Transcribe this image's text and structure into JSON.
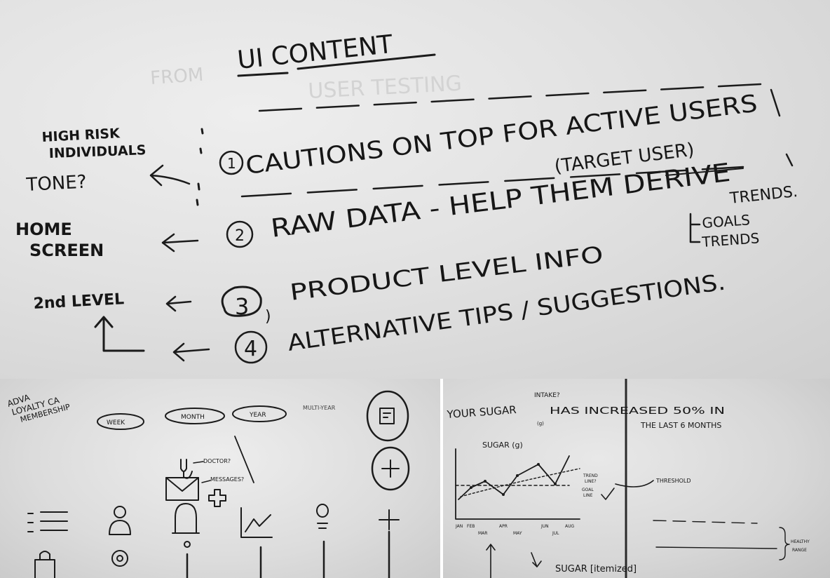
{
  "top_board": {
    "title": "UI CONTENT",
    "ghost_1": "FROM",
    "ghost_2": "USER TESTING",
    "left": {
      "high_risk_1": "HIGH RISK",
      "high_risk_2": "INDIVIDUALS",
      "tone": "TONE?",
      "home_1": "HOME",
      "home_2": "SCREEN",
      "second_level": "2nd LEVEL"
    },
    "items": {
      "n1": "1",
      "item1": "CAUTIONS ON TOP FOR ACTIVE USERS",
      "item1_sub": "(TARGET USER)",
      "n2": "2",
      "item2": "RAW DATA - HELP THEM DERIVE",
      "item2_trends": "TRENDS.",
      "item2_goals": "GOALS",
      "item2_trends2": "TRENDS",
      "n3": "3",
      "item3": "PRODUCT LEVEL INFO",
      "n4": "4",
      "item4": "ALTERNATIVE TIPS / SUGGESTIONS."
    }
  },
  "bottom_left_board": {
    "corner_1": "ADVA",
    "corner_2": "LOYALTY CA",
    "corner_3": "MEMBERSHIP",
    "pills": {
      "week": "WEEK",
      "month": "MONTH",
      "year": "YEAR",
      "multi_year": "MULTI-YEAR"
    },
    "doctor": "DOCTOR?",
    "messages": "MESSAGES?"
  },
  "bottom_right_board": {
    "headline_1": "YOUR SUGAR",
    "headline_2": "HAS INCREASED 50% IN",
    "headline_3": "THE LAST 6 MONTHS",
    "intake": "INTAKE?",
    "g_note": "(g)",
    "chart_title": "SUGAR (g)",
    "trend_1": "TREND",
    "trend_2": "LINE?",
    "goal_1": "GOAL",
    "goal_2": "LINE",
    "threshold": "THRESHOLD",
    "healthy_1": "HEALTHY",
    "healthy_2": "RANGE",
    "months_top": [
      "JAN",
      "FEB",
      "APR",
      "JUN",
      "AUG"
    ],
    "months_bottom": [
      "MAR",
      "MAY",
      "JUL"
    ],
    "itemized": "SUGAR [itemized]"
  }
}
